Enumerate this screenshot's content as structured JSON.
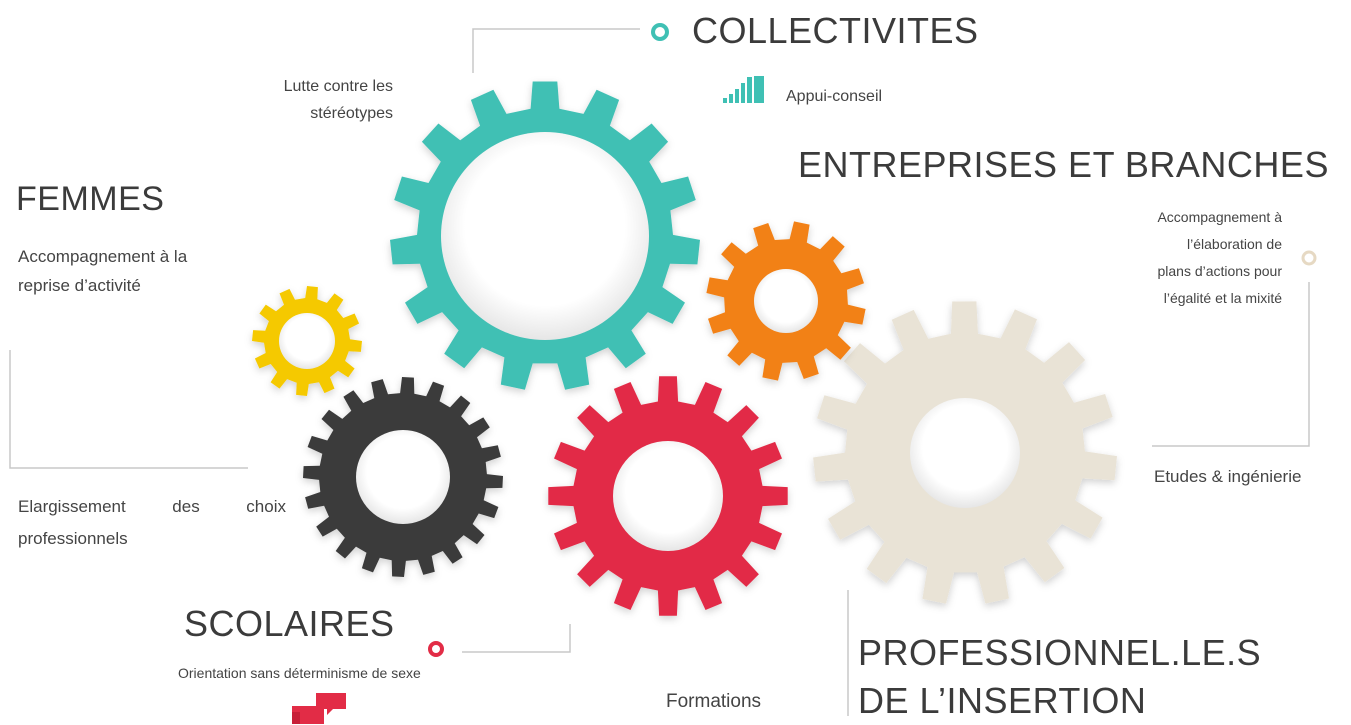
{
  "groups": {
    "collectivites": {
      "title": "COLLECTIVITES",
      "service": "Appui-conseil",
      "service_icon": "bar-chart-icon"
    },
    "entreprises": {
      "title": "ENTREPRISES ET BRANCHES",
      "service": [
        "Accompagnement à",
        "l’élaboration de",
        "plans d’actions pour",
        "l’égalité et la mixité"
      ]
    },
    "femmes": {
      "title": "FEMMES",
      "service": [
        "Accompagnement à la",
        "reprise d’activité"
      ]
    },
    "stereotypes": {
      "text": [
        "Lutte contre les",
        "stéréotypes"
      ]
    },
    "choix": {
      "word1": "Elargissement",
      "word2": "des",
      "word3": "choix",
      "line2": "professionnels"
    },
    "scolaires": {
      "title": "SCOLAIRES",
      "service": "Orientation sans déterminisme de sexe",
      "service_icon": "chat-bubbles-icon"
    },
    "professionnels": {
      "title_line1": "PROFESSIONNEL.LE.S",
      "title_line2": "DE L’INSERTION"
    },
    "formations": {
      "text": "Formations"
    },
    "etudes": {
      "text": "Etudes & ingénierie"
    }
  },
  "colors": {
    "teal": "#3fc0b4",
    "orange": "#f28118",
    "yellow": "#f5c900",
    "dark": "#3a3a3a",
    "red": "#e22c46",
    "beige": "#e9e3d6",
    "beige_marker": "#e6d9c3",
    "line": "#c8c8c8"
  }
}
